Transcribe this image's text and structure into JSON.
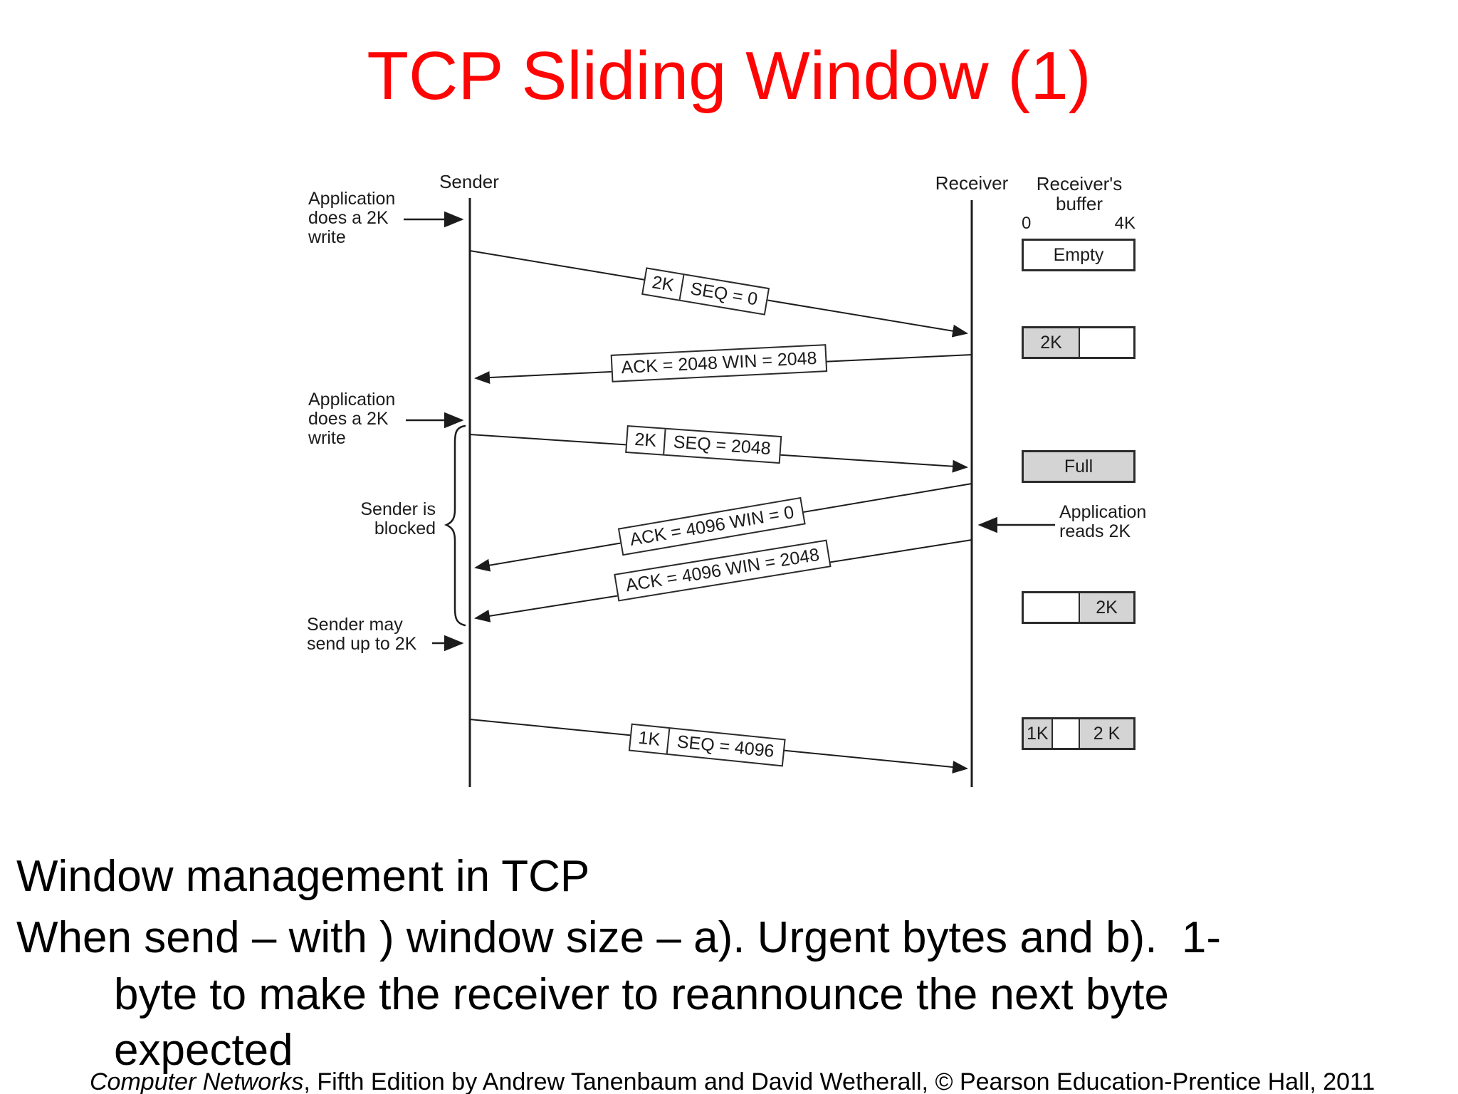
{
  "title": "TCP Sliding Window (1)",
  "diagram": {
    "sender_label": "Sender",
    "receiver_label": "Receiver",
    "buffer_title": "Receiver's\nbuffer",
    "scale_start": "0",
    "scale_end": "4K",
    "annotations": {
      "write1": "Application\ndoes a 2K\nwrite",
      "write2": "Application\ndoes a 2K\nwrite",
      "blocked": "Sender is\nblocked",
      "may_send": "Sender may\nsend up to 2K",
      "reads": "Application\nreads 2K"
    },
    "messages": [
      {
        "size": "2K",
        "label": "SEQ = 0"
      },
      {
        "label": "ACK = 2048 WIN = 2048"
      },
      {
        "size": "2K",
        "label": "SEQ = 2048"
      },
      {
        "label": "ACK = 4096 WIN = 0"
      },
      {
        "label": "ACK = 4096 WIN = 2048"
      },
      {
        "size": "1K",
        "label": "SEQ = 4096"
      }
    ],
    "buffers": [
      {
        "state": "empty",
        "segments": [
          {
            "label": "Empty"
          }
        ]
      },
      {
        "state": "2k-filled-left",
        "segments": [
          {
            "label": "2K"
          },
          {
            "label": ""
          }
        ]
      },
      {
        "state": "full",
        "segments": [
          {
            "label": "Full"
          }
        ]
      },
      {
        "state": "2k-filled-right",
        "segments": [
          {
            "label": ""
          },
          {
            "label": "2K"
          }
        ]
      },
      {
        "state": "1k-gap-2k",
        "segments": [
          {
            "label": "1K"
          },
          {
            "label": ""
          },
          {
            "label": "2 K"
          }
        ]
      }
    ],
    "colors": {
      "gray_fill": "#d4d4d4",
      "stroke": "#1c1c1c",
      "title_red": "#fe0505"
    }
  },
  "body": {
    "line1": "Window management in TCP",
    "para2_l1": "When send – with ) window size – a). Urgent bytes and b).  1-",
    "para2_l2": "byte to make the receiver to reannounce the next byte",
    "para2_l3": "expected"
  },
  "footer": {
    "italic": "Computer Networks",
    "rest": ", Fifth Edition by Andrew Tanenbaum and David Wetherall, © Pearson Education-Prentice Hall, 2011"
  }
}
